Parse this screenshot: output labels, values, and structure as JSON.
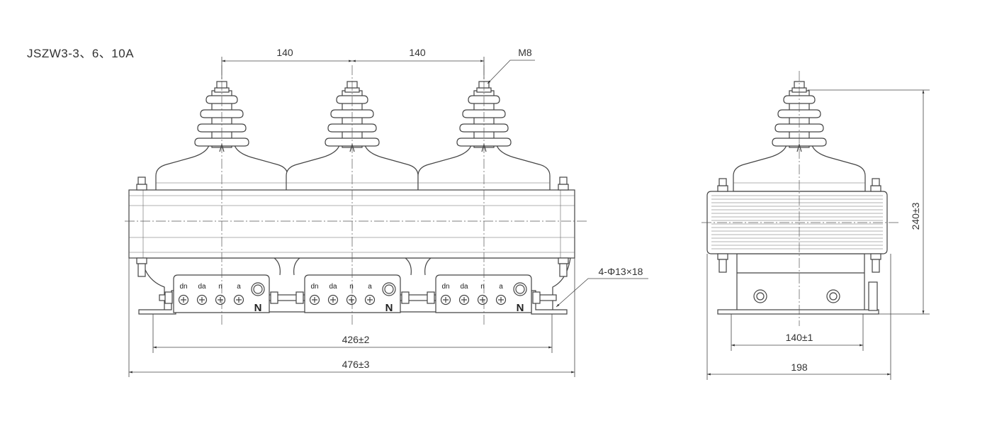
{
  "title": "JSZW3-3、6、10A",
  "front_view": {
    "dim_spacing_left": "140",
    "dim_spacing_right": "140",
    "bolt_label": "M8",
    "mount_hole_label": "4-Φ13×18",
    "dim_mount": "426±2",
    "dim_overall": "476±3",
    "terminal_labels": [
      "dn",
      "da",
      "n",
      "a"
    ],
    "neutral_label": "N"
  },
  "side_view": {
    "dim_mount": "140±1",
    "dim_width": "198",
    "dim_height": "240±3"
  }
}
